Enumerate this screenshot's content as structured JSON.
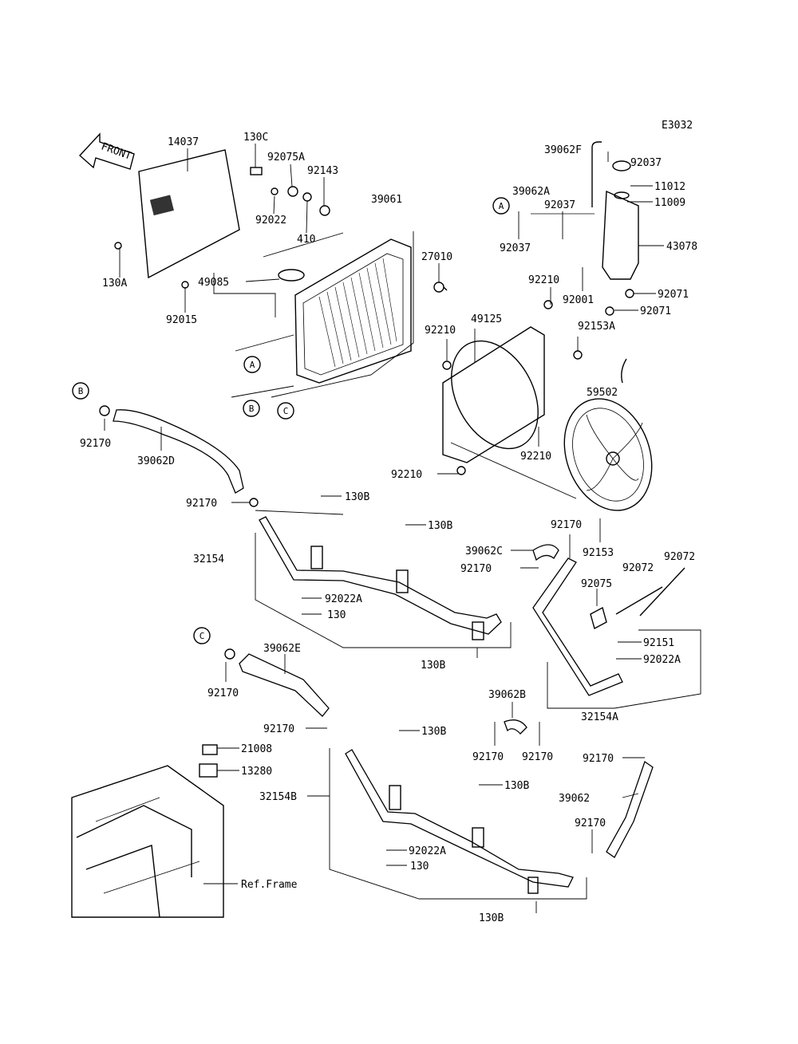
{
  "diagram_code": "E3032",
  "front_arrow_label": "FRONT",
  "ref_frame_label": "Ref.Frame",
  "circle_refs": [
    "A",
    "B",
    "C"
  ],
  "part_labels": [
    "14037",
    "130C",
    "92075A",
    "92143",
    "92022",
    "410",
    "39061",
    "49085",
    "27010",
    "130A",
    "92015",
    "39062F",
    "92037",
    "11012",
    "11009",
    "39062A",
    "92037",
    "92037",
    "43078",
    "92210",
    "92001",
    "92071",
    "92071",
    "49125",
    "92153A",
    "92210",
    "59502",
    "92210",
    "92210",
    "92170",
    "39062D",
    "92170",
    "130B",
    "130B",
    "32154",
    "39062C",
    "92170",
    "92170",
    "92153",
    "92022A",
    "130",
    "130B",
    "92075",
    "92072",
    "92072",
    "92151",
    "92022A",
    "39062E",
    "92170",
    "92170",
    "130B",
    "21008",
    "13280",
    "32154B",
    "39062B",
    "92170",
    "92170",
    "32154A",
    "92170",
    "130B",
    "39062",
    "92170",
    "92022A",
    "130",
    "130B"
  ]
}
